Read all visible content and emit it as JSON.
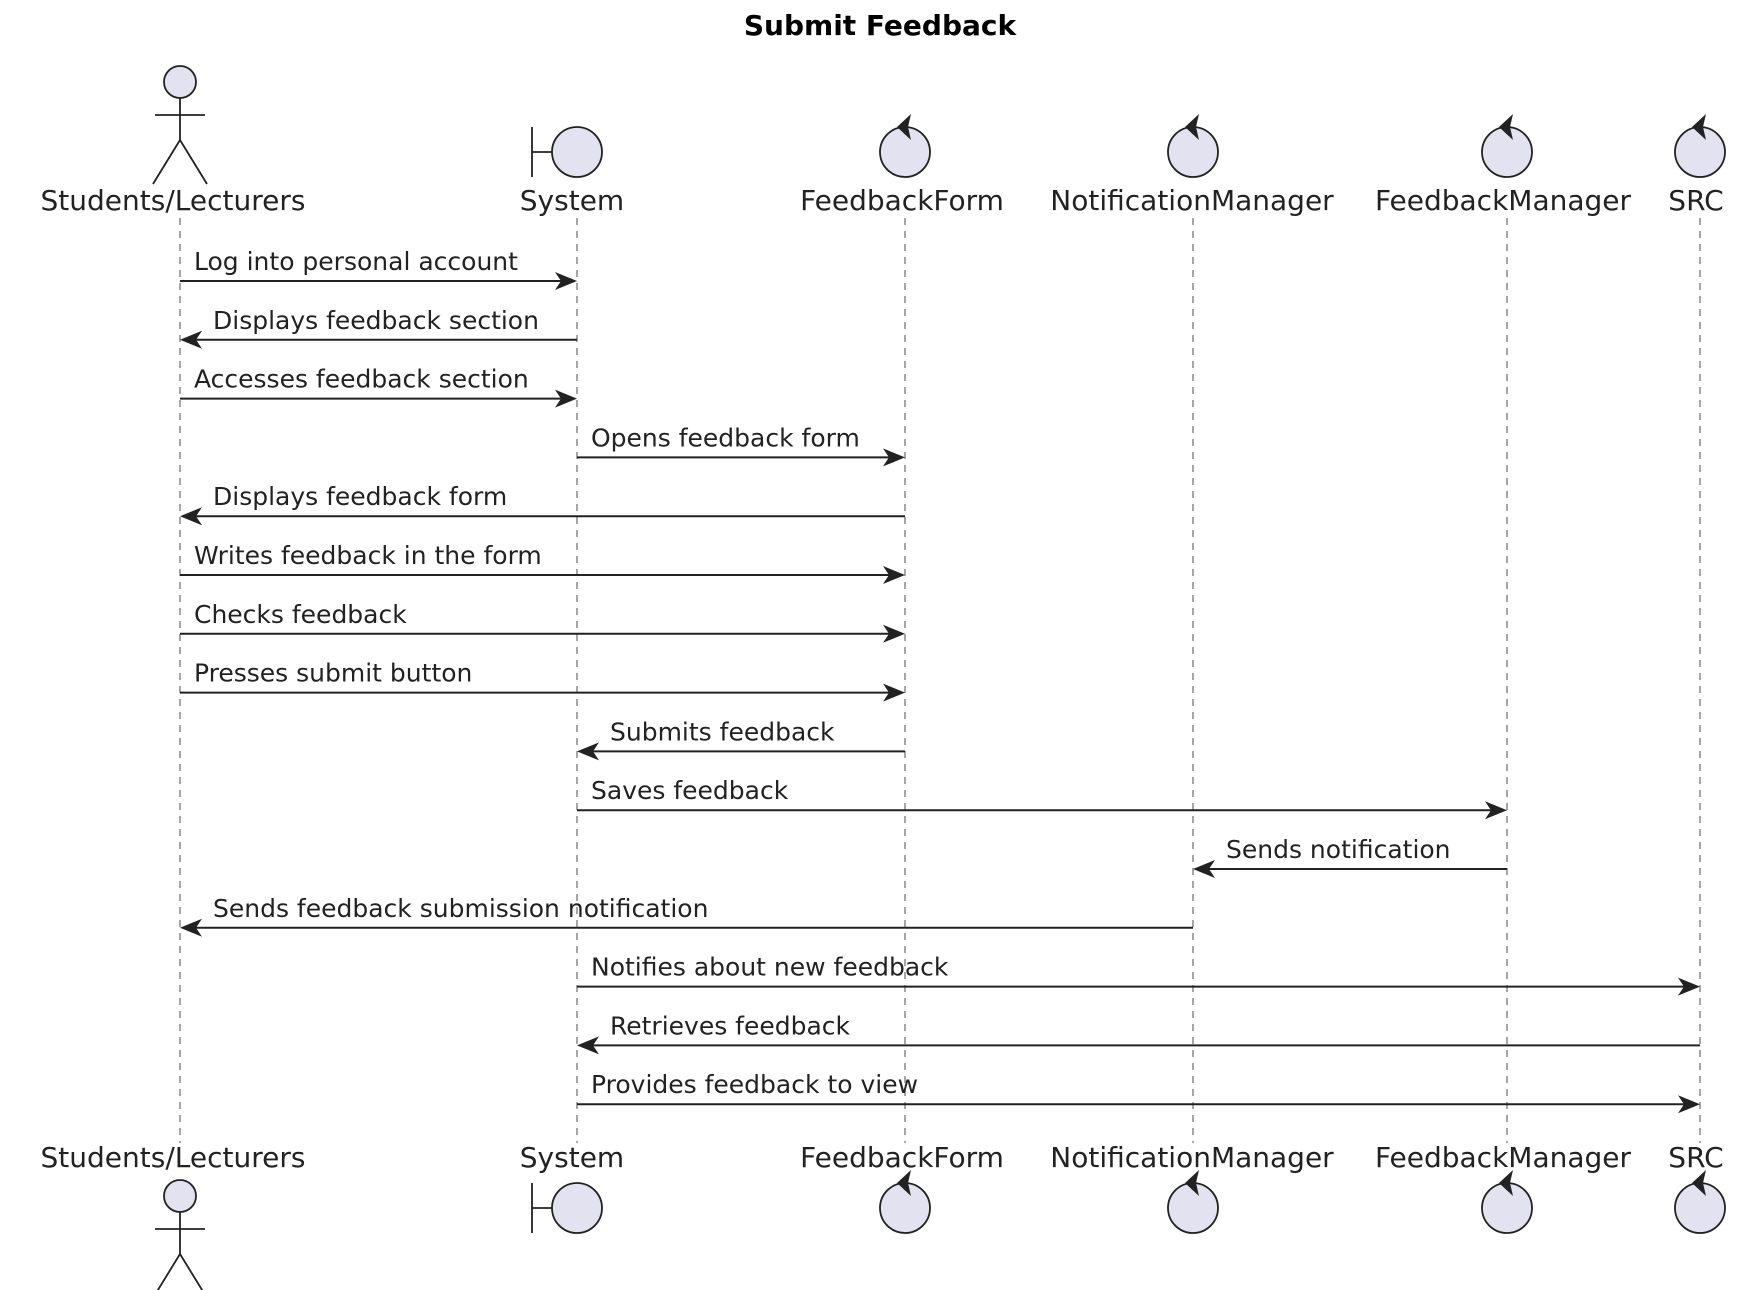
{
  "title": "Submit Feedback",
  "participants": [
    {
      "id": "students",
      "name": "Students/Lecturers",
      "kind": "actor"
    },
    {
      "id": "system",
      "name": "System",
      "kind": "boundary"
    },
    {
      "id": "feedbackform",
      "name": "FeedbackForm",
      "kind": "control"
    },
    {
      "id": "notificationmanager",
      "name": "NotificationManager",
      "kind": "control"
    },
    {
      "id": "feedbackmanager",
      "name": "FeedbackManager",
      "kind": "control"
    },
    {
      "id": "src",
      "name": "SRC",
      "kind": "control"
    }
  ],
  "messages": [
    {
      "from": "students",
      "to": "system",
      "label": "Log into personal account"
    },
    {
      "from": "system",
      "to": "students",
      "label": "Displays feedback section"
    },
    {
      "from": "students",
      "to": "system",
      "label": "Accesses feedback section"
    },
    {
      "from": "system",
      "to": "feedbackform",
      "label": "Opens feedback form"
    },
    {
      "from": "feedbackform",
      "to": "students",
      "label": "Displays feedback form"
    },
    {
      "from": "students",
      "to": "feedbackform",
      "label": "Writes feedback in the form"
    },
    {
      "from": "students",
      "to": "feedbackform",
      "label": "Checks feedback"
    },
    {
      "from": "students",
      "to": "feedbackform",
      "label": "Presses submit button"
    },
    {
      "from": "feedbackform",
      "to": "system",
      "label": "Submits feedback"
    },
    {
      "from": "system",
      "to": "feedbackmanager",
      "label": "Saves feedback"
    },
    {
      "from": "feedbackmanager",
      "to": "notificationmanager",
      "label": "Sends notification"
    },
    {
      "from": "notificationmanager",
      "to": "students",
      "label": "Sends feedback submission notification"
    },
    {
      "from": "system",
      "to": "src",
      "label": "Notifies about new feedback"
    },
    {
      "from": "src",
      "to": "system",
      "label": "Retrieves feedback"
    },
    {
      "from": "system",
      "to": "src",
      "label": "Provides feedback to view"
    }
  ],
  "colors": {
    "participant_fill": "#e2e2f0",
    "line": "#222222",
    "lifeline": "#888888"
  }
}
